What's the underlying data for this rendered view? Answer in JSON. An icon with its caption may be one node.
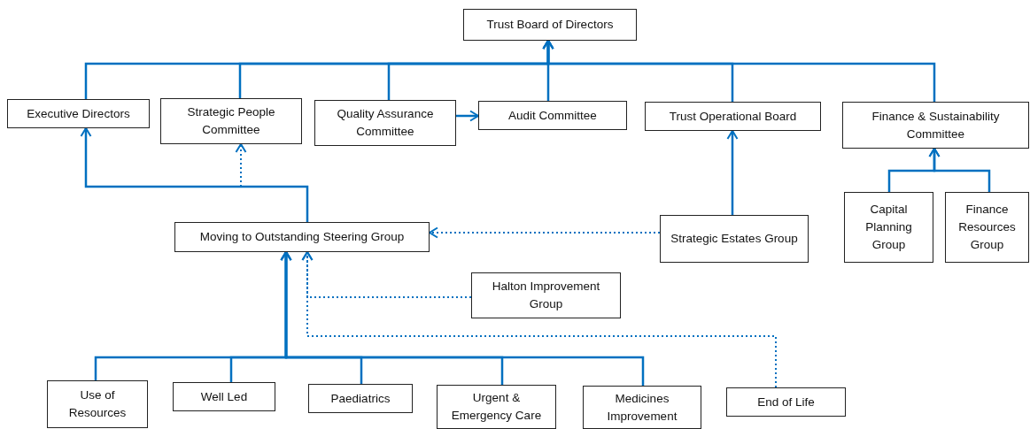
{
  "diagram": {
    "nodes": [
      {
        "text": [
          "Trust Board of Directors"
        ]
      },
      {
        "text": [
          "Executive Directors"
        ]
      },
      {
        "text": [
          "Strategic People Committee"
        ]
      },
      {
        "text": [
          "Quality Assurance Committee"
        ]
      },
      {
        "text": [
          "Audit Committee"
        ]
      },
      {
        "text": [
          "Trust Operational Board"
        ]
      },
      {
        "text": [
          "Finance & Sustainability Committee"
        ]
      },
      {
        "text": [
          "Moving to Outstanding Steering Group"
        ]
      },
      {
        "text": [
          "Strategic Estates Group"
        ]
      },
      {
        "text": [
          "Capital Planning Group"
        ]
      },
      {
        "text": [
          "Finance Resources Group"
        ]
      },
      {
        "text": [
          "Halton Improvement Group"
        ]
      },
      {
        "text": [
          "Use of Resources"
        ]
      },
      {
        "text": [
          "Well Led"
        ]
      },
      {
        "text": [
          "Paediatrics"
        ]
      },
      {
        "text": [
          "Urgent & Emergency Care"
        ]
      },
      {
        "text": [
          "Medicines Improvement"
        ]
      },
      {
        "text": [
          "End of Life"
        ]
      }
    ],
    "edges": [
      {
        "from": 1,
        "to": 0,
        "arrow": "to"
      },
      {
        "from": 2,
        "to": 0,
        "arrow": "to"
      },
      {
        "from": 3,
        "to": 0,
        "arrow": "to"
      },
      {
        "from": 4,
        "to": 0,
        "arrow": "to"
      },
      {
        "from": 5,
        "to": 0,
        "arrow": "to"
      },
      {
        "from": 6,
        "to": 0,
        "arrow": "to"
      },
      {
        "from": 3,
        "to": 4,
        "arrow": "to"
      },
      {
        "from": 7,
        "to": 1,
        "arrow": "to"
      },
      {
        "from": 7,
        "to": 2,
        "arrow": "to",
        "style": "dashed"
      },
      {
        "from": 8,
        "to": 5,
        "arrow": "to"
      },
      {
        "from": 8,
        "to": 7,
        "arrow": "to",
        "style": "dashed"
      },
      {
        "from": 9,
        "to": 6,
        "arrow": "to"
      },
      {
        "from": 10,
        "to": 6,
        "arrow": "to"
      },
      {
        "from": 11,
        "to": 7,
        "arrow": "to",
        "style": "dashed"
      },
      {
        "from": 17,
        "to": 7,
        "arrow": "to",
        "style": "dashed"
      },
      {
        "from": 12,
        "to": 7,
        "arrow": "to"
      },
      {
        "from": 13,
        "to": 7,
        "arrow": "to"
      },
      {
        "from": 14,
        "to": 7,
        "arrow": "to"
      },
      {
        "from": 15,
        "to": 7,
        "arrow": "to"
      },
      {
        "from": 16,
        "to": 7,
        "arrow": "to"
      }
    ]
  }
}
